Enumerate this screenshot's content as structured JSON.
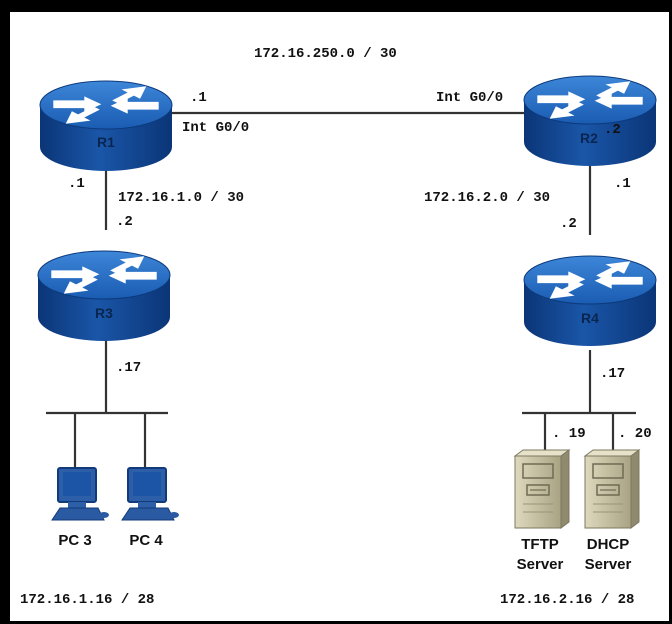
{
  "routers": {
    "r1": {
      "name": "R1"
    },
    "r2": {
      "name": "R2"
    },
    "r3": {
      "name": "R3"
    },
    "r4": {
      "name": "R4"
    }
  },
  "links": {
    "r1_r2": {
      "network": "172.16.250.0 / 30",
      "r1_ip": ".1",
      "r1_intf": "Int G0/0",
      "r2_intf": "Int G0/0",
      "r2_ip": ".2"
    },
    "r1_r3": {
      "network": "172.16.1.0 / 30",
      "r1_ip": ".1",
      "r3_ip": ".2"
    },
    "r2_r4": {
      "network": "172.16.2.0 / 30",
      "r2_ip": ".1",
      "r4_ip": ".2"
    }
  },
  "lans": {
    "left": {
      "network": "172.16.1.16 / 28",
      "r3_ip": ".17"
    },
    "right": {
      "network": "172.16.2.16 / 28",
      "r4_ip": ".17",
      "tftp_ip": ". 19",
      "dhcp_ip": ". 20"
    }
  },
  "hosts": {
    "pc3": {
      "name": "PC 3"
    },
    "pc4": {
      "name": "PC 4"
    },
    "tftp": {
      "name_line1": "TFTP",
      "name_line2": "Server"
    },
    "dhcp": {
      "name_line1": "DHCP",
      "name_line2": "Server"
    }
  },
  "colors": {
    "router_top": "#1e63b8",
    "router_body": "#0e3f86",
    "pc_screen": "#1d55a6",
    "server_body": "#c8c3a4",
    "line": "#333333"
  }
}
